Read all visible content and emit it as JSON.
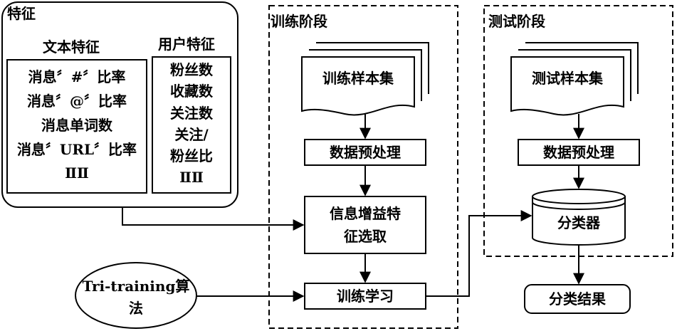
{
  "features": {
    "title": "特征",
    "text_features": {
      "title": "文本特征",
      "items": [
        "消息〞#〞比率",
        "消息〞@〞比率",
        "消息单词数",
        "消息〞URL〞比率",
        "ⅡⅡ"
      ]
    },
    "user_features": {
      "title": "用户特征",
      "items": [
        "粉丝数",
        "收藏数",
        "关注数",
        "关注/",
        "粉丝比",
        "ⅡⅡ"
      ]
    }
  },
  "training": {
    "title": "训练阶段",
    "sample_set": "训练样本集",
    "preprocess": "数据预处理",
    "feature_select": [
      "信息增益特",
      "征选取"
    ],
    "learning": "训练学习"
  },
  "testing": {
    "title": "测试阶段",
    "sample_set": "测试样本集",
    "preprocess": "数据预处理",
    "classifier": "分类器"
  },
  "algorithm": [
    "Tri-training算",
    "法"
  ],
  "result": "分类结果"
}
